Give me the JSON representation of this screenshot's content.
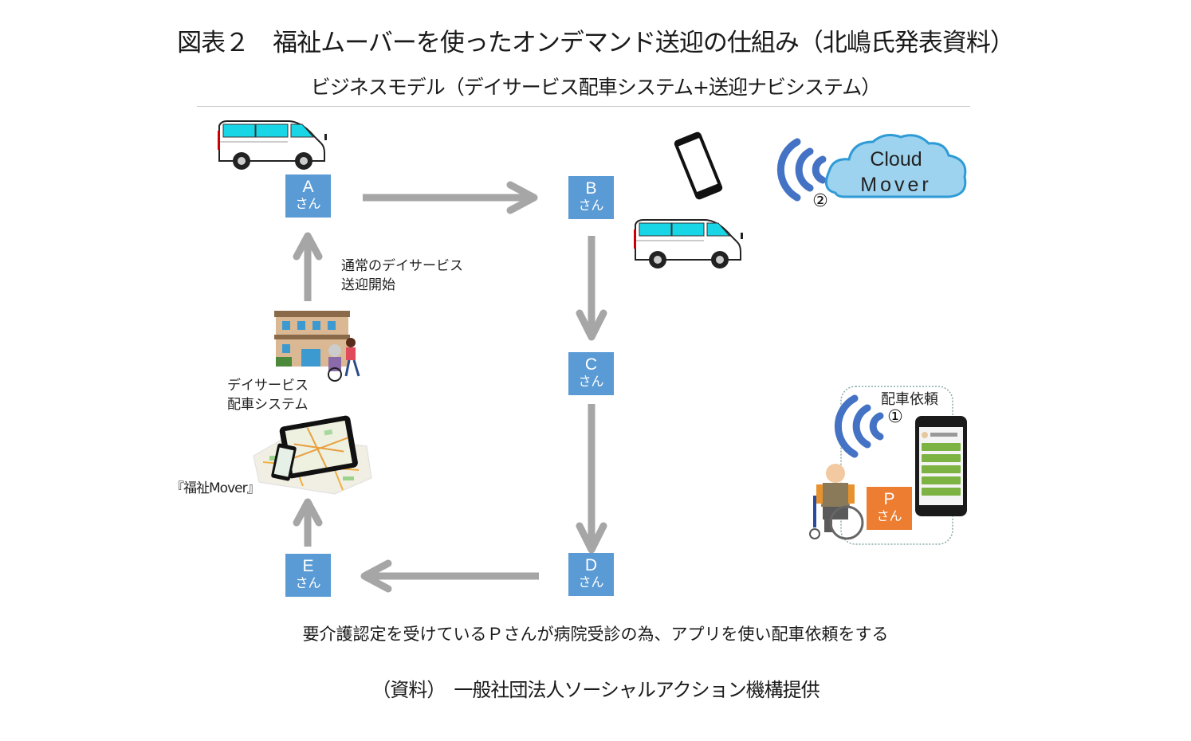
{
  "header": {
    "title": "図表２　福祉ムーバーを使ったオンデマンド送迎の仕組み（北嶋氏発表資料）",
    "subtitle": "ビジネスモデル（デイサービス配車システム+送迎ナビシステム）"
  },
  "nodes": [
    {
      "id": "A",
      "letter": "A",
      "suffix": "さん"
    },
    {
      "id": "B",
      "letter": "B",
      "suffix": "さん"
    },
    {
      "id": "C",
      "letter": "C",
      "suffix": "さん"
    },
    {
      "id": "D",
      "letter": "D",
      "suffix": "さん"
    },
    {
      "id": "E",
      "letter": "E",
      "suffix": "さん"
    },
    {
      "id": "P",
      "letter": "P",
      "suffix": "さん"
    }
  ],
  "flow": [
    "E → 福祉Mover",
    "福祉Mover → A",
    "A → B",
    "B → C",
    "C → D",
    "D → E"
  ],
  "labels": {
    "pickup_start_line1": "通常のデイサービス",
    "pickup_start_line2": "送迎開始",
    "dispatch_system_line1": "デイサービス",
    "dispatch_system_line2": "配車システム",
    "app_name": "『福祉Mover』",
    "cloud_line1": "Cloud",
    "cloud_line2": "Mover",
    "step2": "②",
    "request_label": "配車依頼",
    "step1": "①"
  },
  "colors": {
    "node_blue": "#5b9bd5",
    "node_orange": "#ed7d31",
    "arrow_gray": "#a6a6a6",
    "signal_blue": "#4472c4",
    "cloud_fill": "#9dd3ee",
    "cloud_stroke": "#2e9bd6"
  },
  "footer": {
    "caption": "要介護認定を受けているＰさんが病院受診の為、アプリを使い配車依頼をする",
    "source": "（資料）　一般社団法人ソーシャルアクション機構提供"
  }
}
